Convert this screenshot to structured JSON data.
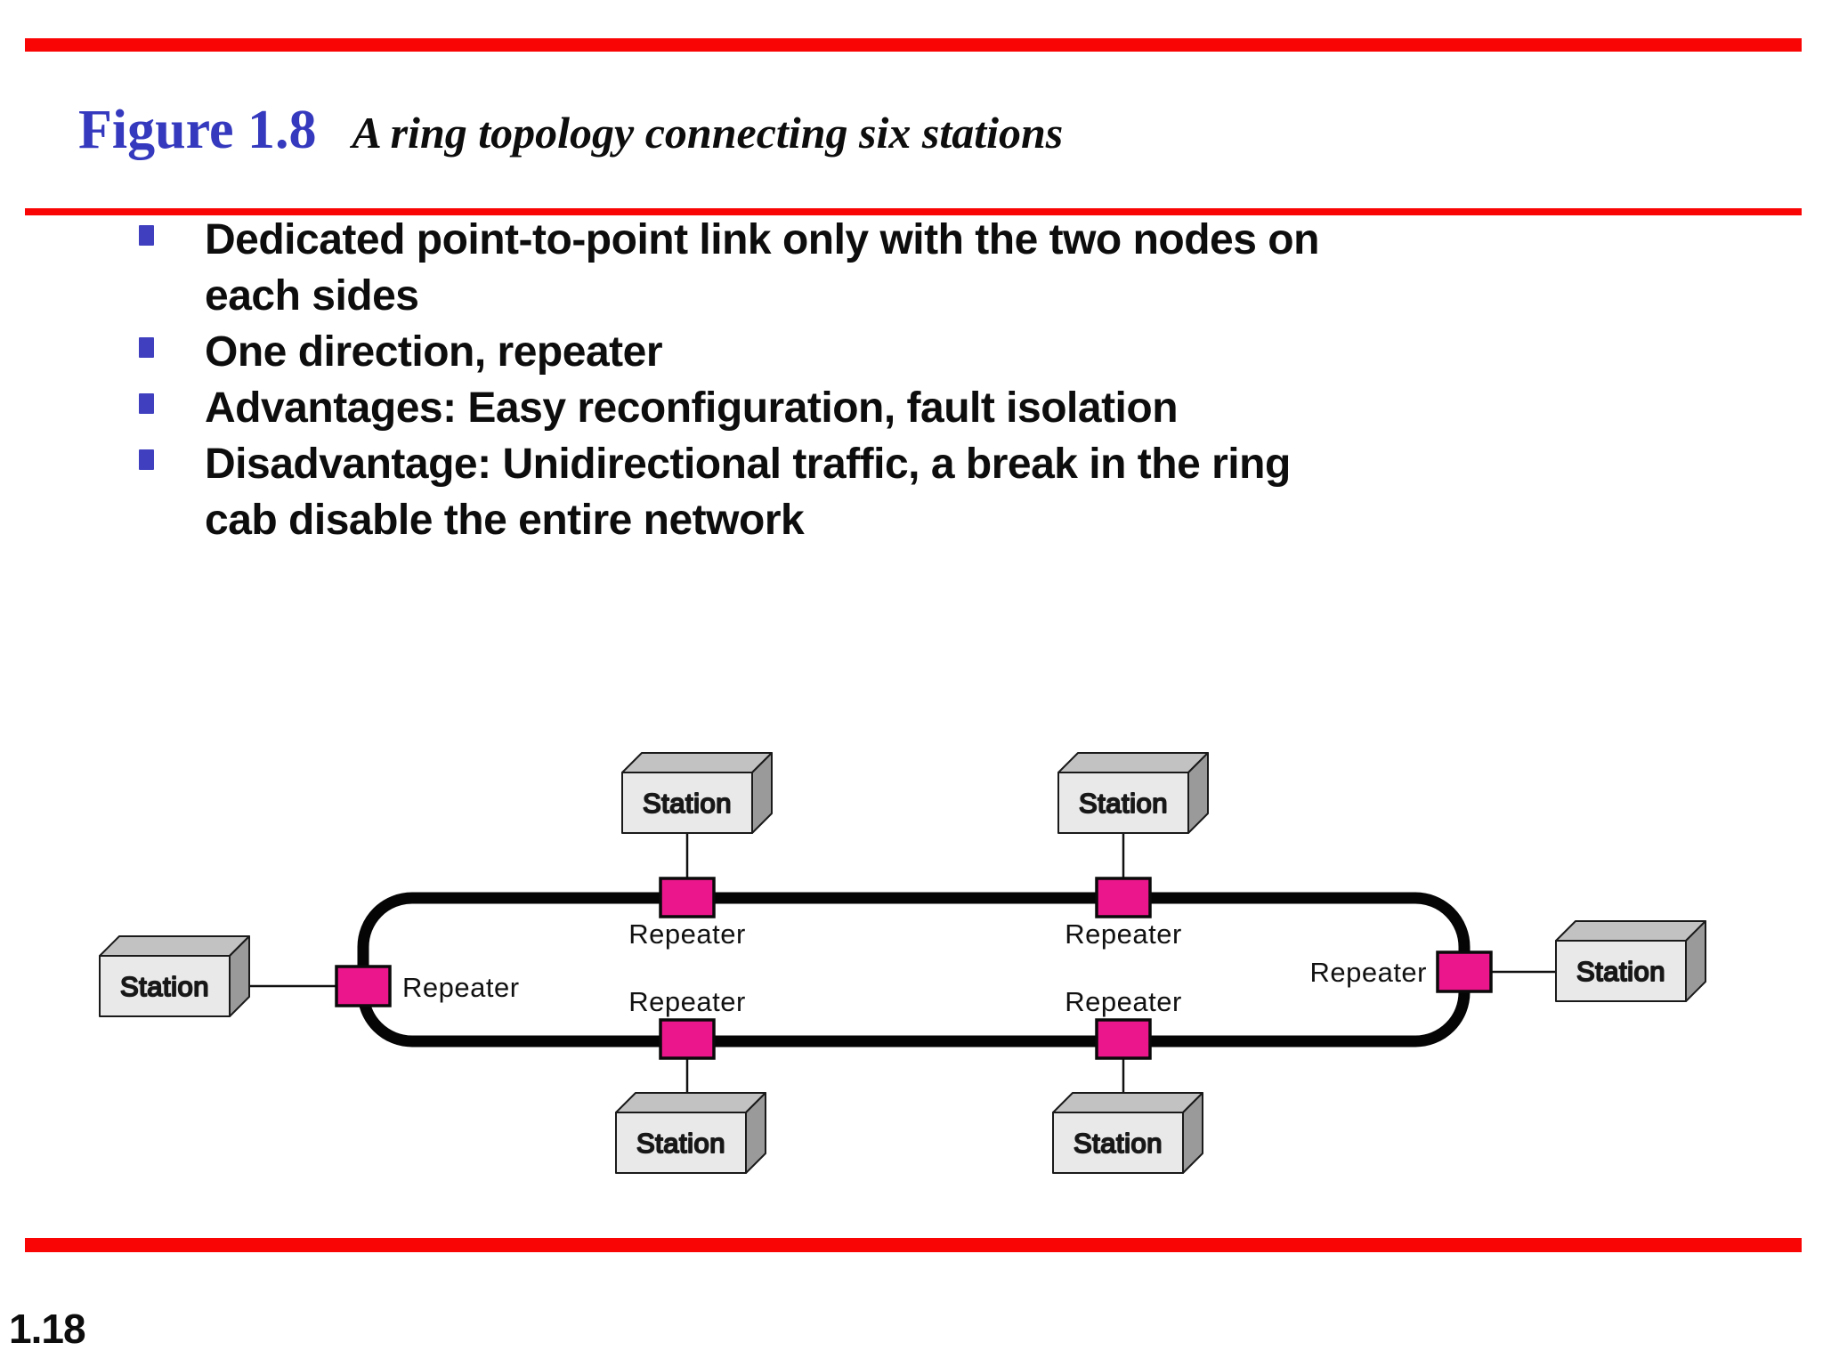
{
  "slide": {
    "figure_label": "Figure 1.8",
    "figure_caption": "A ring topology connecting six stations",
    "page_number": "1.18"
  },
  "bullets": [
    "Dedicated point-to-point link only with the two nodes on\neach sides",
    "One direction, repeater",
    "Advantages: Easy reconfiguration, fault isolation",
    "Disadvantage: Unidirectional traffic, a break in the ring\ncab disable the entire network"
  ],
  "diagram": {
    "type": "ring topology",
    "station_label": "Station",
    "repeater_label": "Repeater",
    "station_count": 6,
    "repeater_count": 6
  },
  "colors": {
    "accent_red": "#FA0505",
    "title_blue": "#3539BE",
    "bullet_blue": "#3F3FBF",
    "repeater_pink": "#EC168C",
    "station_front": "#E9E9E9",
    "station_top": "#C2C2C2",
    "station_side": "#9A9A9A",
    "ring_black": "#050505"
  }
}
